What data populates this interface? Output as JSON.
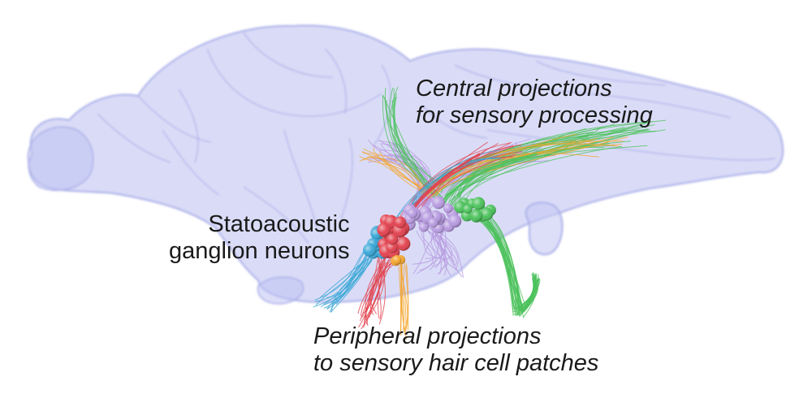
{
  "labels": {
    "central": [
      "Central projections",
      "for sensory processing"
    ],
    "ganglion": [
      "Statoacoustic",
      "ganglion neurons"
    ],
    "peripheral": [
      "Peripheral projections",
      "to sensory hair cell patches"
    ]
  },
  "colors": {
    "brain_fill": "#c6c9f3",
    "brain_edge": "#a9aee8",
    "red": "#e2434f",
    "blue": "#3aa7d6",
    "green": "#4cc25c",
    "purple": "#b79be0",
    "orange": "#f4a52e"
  },
  "neuron_groups": [
    {
      "name": "red",
      "color": "#e2434f"
    },
    {
      "name": "blue",
      "color": "#3aa7d6"
    },
    {
      "name": "green",
      "color": "#4cc25c"
    },
    {
      "name": "purple",
      "color": "#b79be0"
    },
    {
      "name": "orange",
      "color": "#f4a52e"
    }
  ]
}
